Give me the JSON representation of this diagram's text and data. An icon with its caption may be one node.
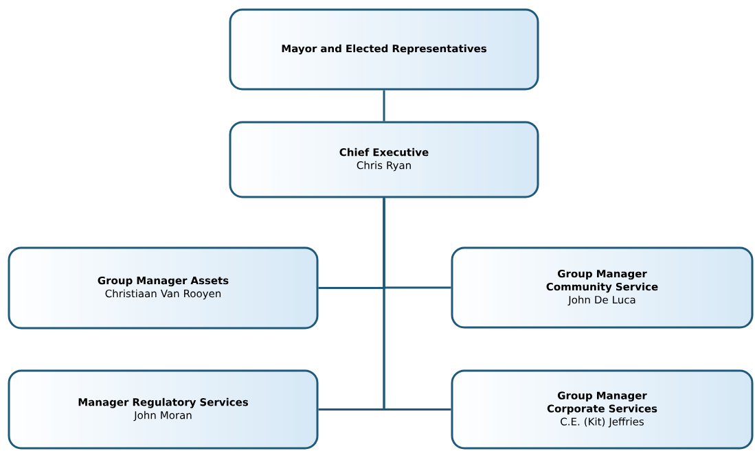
{
  "diagram": {
    "nodes": [
      {
        "text": [
          "Mayor and Elected Representatives"
        ]
      },
      {
        "text": [
          "Chief Executive",
          "Chris Ryan"
        ]
      },
      {
        "text": [
          "Group Manager Assets",
          "Christiaan Van Rooyen"
        ]
      },
      {
        "text": [
          "Group Manager Community Service",
          "John De Luca"
        ]
      },
      {
        "text": [
          "Manager Regulatory Services",
          "John Moran"
        ]
      },
      {
        "text": [
          "Group Manager Corporate Services",
          "C.E. (Kit) Jeffries"
        ]
      }
    ],
    "edges": [
      {
        "from": 0,
        "to": 1,
        "arrow": "none"
      },
      {
        "from": 1,
        "to": 2,
        "arrow": "none"
      },
      {
        "from": 1,
        "to": 3,
        "arrow": "none"
      },
      {
        "from": 1,
        "to": 4,
        "arrow": "none"
      },
      {
        "from": 1,
        "to": 5,
        "arrow": "none"
      }
    ]
  }
}
